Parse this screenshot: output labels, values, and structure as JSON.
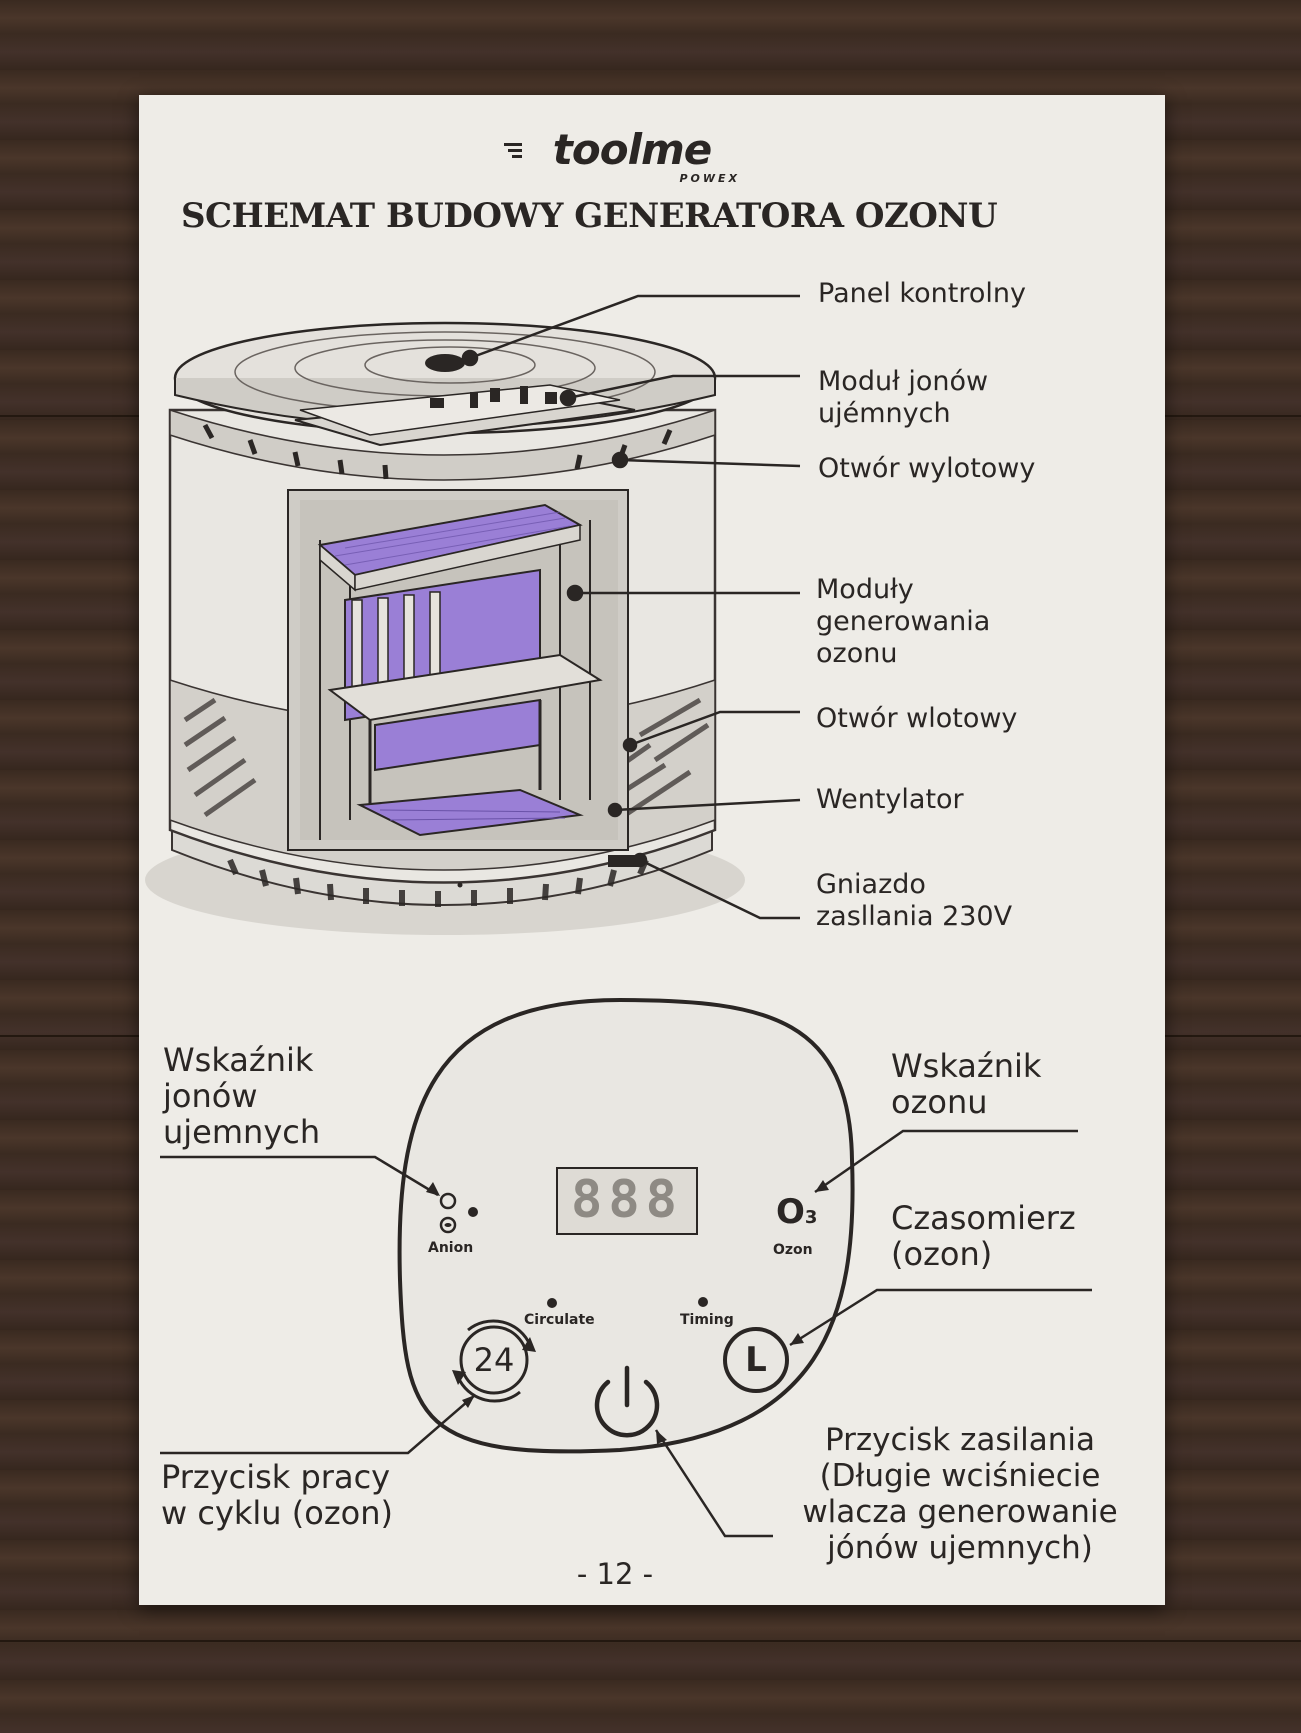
{
  "brand": {
    "name": "toolme",
    "sub": "POWEX"
  },
  "title": "SCHEMAT BUDOWY GENERATORA OZONU",
  "device_labels": [
    "Panel kontrolny",
    "Moduł jonów\nujémnych",
    "Otwór wylotowy",
    "Moduły\ngenerowania\nozonu",
    "Otwór wlotowy",
    "Wentylator",
    "Gniazdo\nzasllania 230V"
  ],
  "panel": {
    "display": "888",
    "anion_label": "Anion",
    "ozon_symbol": "O",
    "ozon_subscript": "3",
    "ozon_label": "Ozon",
    "circulate_label": "Circulate",
    "timing_label": "Timing",
    "cycle_button_text": "24",
    "timer_button_text": "L"
  },
  "panel_labels": {
    "ion_indicator": "Wskaźnik\njonów\nujemnych",
    "ozone_indicator": "Wskaźnik\nozonu",
    "timer": "Czasomierz\n(ozon)",
    "cycle_button": "Przycisk pracy\nw cyklu (ozon)",
    "power_button": "Przycisk zasilania\n(Długie wciśniecie\nwlacza generowanie\njónów ujemnych)"
  },
  "page_number": "- 12 -",
  "colors": {
    "paper": "#eeece7",
    "ink": "#2a2624",
    "module_purple": "#9a7fd6",
    "wood": "#3d2c22"
  }
}
